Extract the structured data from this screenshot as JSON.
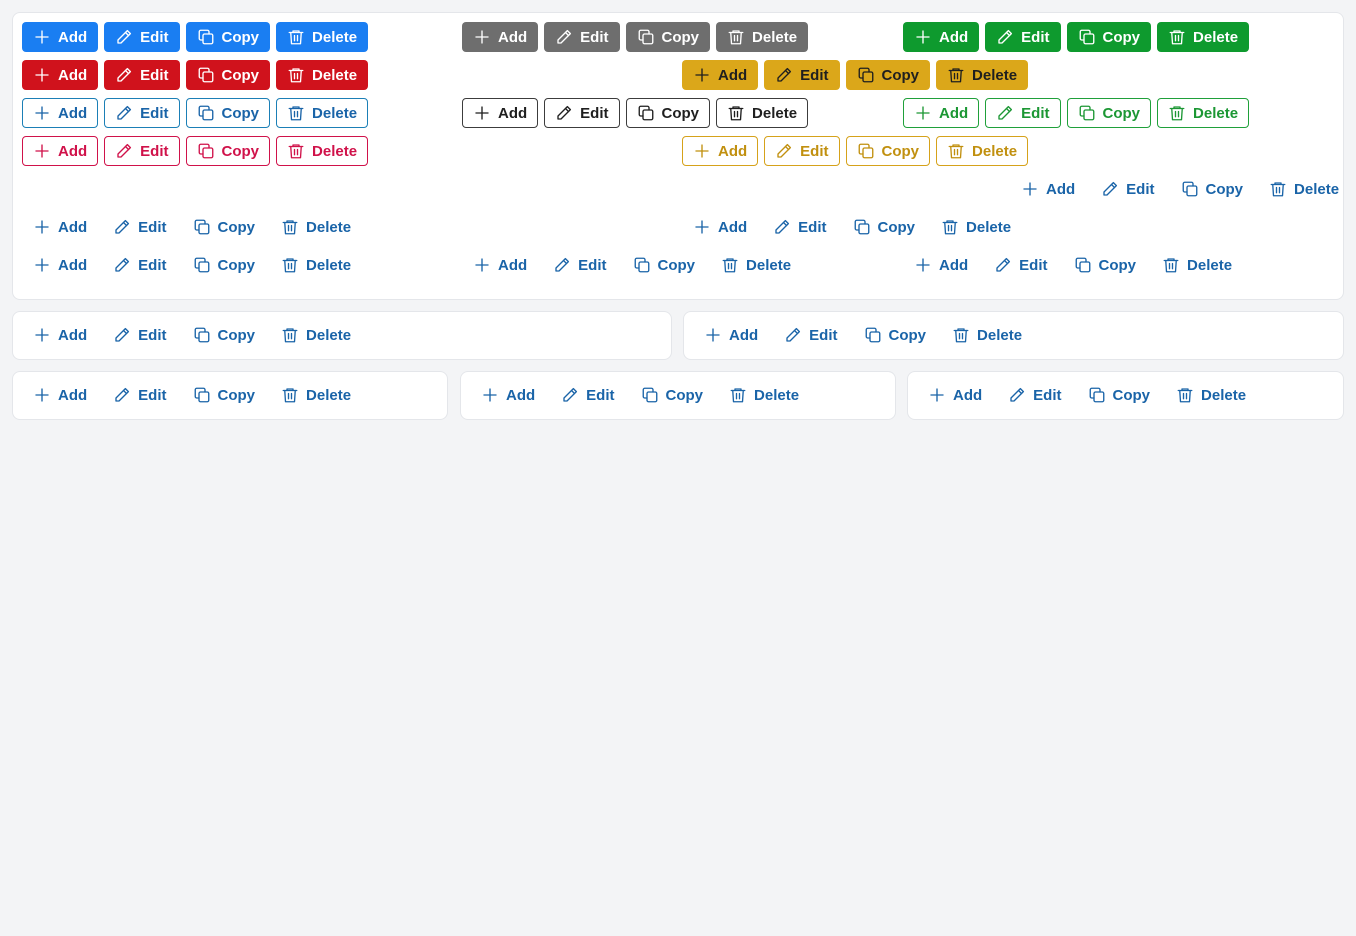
{
  "labels": {
    "add": "Add",
    "edit": "Edit",
    "copy": "Copy",
    "delete": "Delete"
  },
  "icons": {
    "add": "plus-icon",
    "edit": "pencil-icon",
    "copy": "copy-icon",
    "delete": "trash-icon"
  },
  "colors": {
    "primary_blue": "#1a7ef2",
    "danger_red": "#d0121c",
    "neutral_gray": "#6e6e6e",
    "success_green": "#0e9a2e",
    "warning_yellow": "#dba71a",
    "link_blue": "#1a64a8",
    "page_background": "#f3f4f6",
    "panel_background": "#ffffff"
  }
}
